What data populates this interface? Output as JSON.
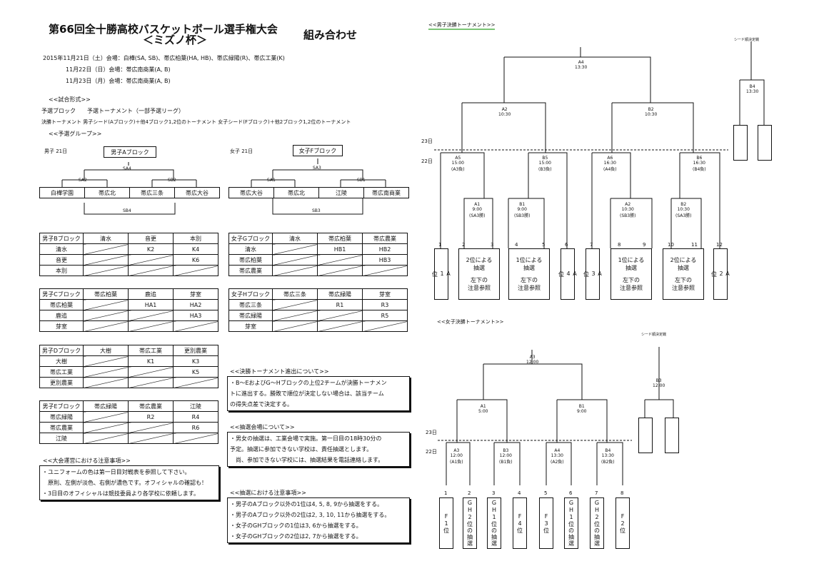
{
  "header": {
    "title_line1": "第66回全十勝高校バスケットボール選手権大会",
    "title_line2": "＜ミズノ杯＞",
    "subtitle": "組み合わせ",
    "dates": [
      "2015年11月21日（土）会場：白樺(SA, SB)、帯広柏葉(HA, HB)、帯広緑陽(R)、帯広工業(K)",
      "11月22日（日）会場：帯広南商業(A, B)",
      "11月23日（月）会場：帯広南商業(A, B)"
    ]
  },
  "format": {
    "heading": "<<試合形式>>",
    "line1": "予選ブロック　　予選トーナメント（一部予選リーグ）",
    "line2": "決勝トーナメント 男子シード(Aブロック)＋他4ブロック1,2位のトーナメント 女子シード(Fブロック)＋他2ブロック1,2位のトーナメント",
    "group_heading": "<<予選グループ>>"
  },
  "male_a": {
    "label": "男子 21日",
    "block": "男子Aブロック",
    "final": "SA4",
    "left": "SA2",
    "right": "SB2",
    "bottom": "SB4",
    "teams": [
      "白樺学園",
      "帯広北",
      "帯広三条",
      "帯広大谷"
    ]
  },
  "female_f": {
    "label": "女子 21日",
    "block": "女子Fブロック",
    "final": "SA3",
    "left": "SA1",
    "right": "SB1",
    "bottom": "SB3",
    "teams": [
      "帯広大谷",
      "帯広北",
      "江陵",
      "帯広南商業"
    ]
  },
  "leagues": [
    {
      "name": "男子Bブロック",
      "cols": [
        "清水",
        "音更",
        "本別"
      ],
      "rows": [
        [
          "清水",
          "",
          "K2",
          "K4"
        ],
        [
          "音更",
          "",
          "",
          "K6"
        ],
        [
          "本別",
          "",
          "",
          ""
        ]
      ]
    },
    {
      "name": "男子Cブロック",
      "cols": [
        "帯広柏葉",
        "鹿追",
        "芽室"
      ],
      "rows": [
        [
          "帯広柏葉",
          "",
          "HA1",
          "HA2"
        ],
        [
          "鹿追",
          "",
          "",
          "HA3"
        ],
        [
          "芽室",
          "",
          "",
          ""
        ]
      ]
    },
    {
      "name": "男子Dブロック",
      "cols": [
        "大樹",
        "帯広工業",
        "更別農業"
      ],
      "rows": [
        [
          "大樹",
          "",
          "K1",
          "K3"
        ],
        [
          "帯広工業",
          "",
          "",
          "K5"
        ],
        [
          "更別農業",
          "",
          "",
          ""
        ]
      ]
    },
    {
      "name": "男子Eブロック",
      "cols": [
        "帯広緑陽",
        "帯広農業",
        "江陵"
      ],
      "rows": [
        [
          "帯広緑陽",
          "",
          "R2",
          "R4"
        ],
        [
          "帯広農業",
          "",
          "",
          "R6"
        ],
        [
          "江陵",
          "",
          "",
          ""
        ]
      ]
    },
    {
      "name": "女子Gブロック",
      "cols": [
        "清水",
        "帯広柏葉",
        "帯広農業"
      ],
      "rows": [
        [
          "清水",
          "",
          "HB1",
          "HB2"
        ],
        [
          "帯広柏葉",
          "",
          "",
          "HB3"
        ],
        [
          "帯広農業",
          "",
          "",
          ""
        ]
      ]
    },
    {
      "name": "女子Hブロック",
      "cols": [
        "帯広三条",
        "帯広緑陽",
        "芽室"
      ],
      "rows": [
        [
          "帯広三条",
          "",
          "R1",
          "R3"
        ],
        [
          "帯広緑陽",
          "",
          "",
          "R5"
        ],
        [
          "芽室",
          "",
          "",
          ""
        ]
      ]
    }
  ],
  "notes": {
    "advance_heading": "<<決勝トーナメント進出について>>",
    "advance": [
      "・B～EおよびG～Hブロックの上位2チームが決勝トーナメン",
      "トに進出する。勝敗で順位が決定しない場合は、該当チーム",
      "の得失点差で決定する。"
    ],
    "draw_venue_heading": "<<抽選会場について>>",
    "draw_venue": [
      "・男女の抽選は、工業会場で実施。第一日目の18時30分の",
      "予定。抽選に参加できない学校は、責任抽選とします。",
      "　尚、参加できない学校には、抽選結果を電話連絡します。"
    ],
    "draw_rules_heading": "<<抽選における注意事項>>",
    "draw_rules": [
      "・男子のAブロック以外の1位は4, 5, 8, 9から抽選をする。",
      "・男子のAブロック以外の2位は2, 3, 10, 11から抽選をする。",
      "・女子のGHブロックの1位は3, 6から抽選をする。",
      "・女子のGHブロックの2位は2, 7から抽選をする。"
    ],
    "operation_heading": "<<大会運営における注意事項>>",
    "operation": [
      "・ユニフォームの色は第一日目対戦表を参照して下さい。",
      "　原則、左側が淡色、右側が濃色です。オフィシャルの確認も！",
      "・3日目のオフィシャルは競技委員より各学校に依頼します。"
    ]
  },
  "male_final": {
    "heading": "<<男子決勝トーナメント>>",
    "seed_label": "シード順決定戦",
    "day23": "23日",
    "day22": "22日",
    "top": {
      "game": "A4",
      "time": "13:30"
    },
    "seed": {
      "game": "B4",
      "time": "13:30"
    },
    "semis": [
      {
        "game": "A2",
        "time": "10:30"
      },
      {
        "game": "B2",
        "time": "10:30"
      }
    ],
    "quarters": [
      {
        "game": "A5",
        "time": "15:00",
        "note": "(A3負)"
      },
      {
        "game": "B5",
        "time": "15:00",
        "note": "(B3負)"
      },
      {
        "game": "A6",
        "time": "16:30",
        "note": "(A4負)"
      },
      {
        "game": "B6",
        "time": "16:30",
        "note": "(B4負)"
      }
    ],
    "firsts": [
      {
        "game": "A1",
        "time": "9:00",
        "note": "(SA3勝)"
      },
      {
        "game": "B1",
        "time": "9:00",
        "note": "(SB3勝)"
      },
      {
        "game": "A2",
        "time": "10:30",
        "note": "(SB3勝)"
      },
      {
        "game": "B2",
        "time": "10:30",
        "note": "(SA3勝)"
      }
    ],
    "slots": [
      "1",
      "2",
      "3",
      "4",
      "5",
      "6",
      "7",
      "8",
      "9",
      "10",
      "11",
      "12"
    ],
    "cands": [
      {
        "lines": [
          "A",
          "1",
          "位"
        ],
        "vertical": true
      },
      {
        "lines": [
          "2位による",
          "抽選",
          "",
          "左下の",
          "注意参照"
        ],
        "vertical": false
      },
      {
        "lines": [
          "1位による",
          "抽選",
          "",
          "左下の",
          "注意参照"
        ],
        "vertical": false
      },
      {
        "lines": [
          "A",
          "4",
          "位"
        ],
        "vertical": true
      },
      {
        "lines": [
          "A",
          "3",
          "位"
        ],
        "vertical": true
      },
      {
        "lines": [
          "1位による",
          "抽選",
          "",
          "左下の",
          "注意参照"
        ],
        "vertical": false
      },
      {
        "lines": [
          "2位による",
          "抽選",
          "",
          "左下の",
          "注意参照"
        ],
        "vertical": false
      },
      {
        "lines": [
          "A",
          "2",
          "位"
        ],
        "vertical": true
      }
    ]
  },
  "female_final": {
    "heading": "<<女子決勝トーナメント>>",
    "seed_label": "シード順決定戦",
    "day23": "23日",
    "day22": "22日",
    "top": {
      "game": "A3",
      "time": "12:00"
    },
    "seed": {
      "game": "B3",
      "time": "12:00"
    },
    "semis": [
      {
        "game": "A1",
        "time": "5:00"
      },
      {
        "game": "B1",
        "time": "9:00"
      }
    ],
    "quarters": [
      {
        "game": "A3",
        "time": "12:00",
        "note": "(A1負)"
      },
      {
        "game": "B3",
        "time": "12:00",
        "note": "(B1負)"
      },
      {
        "game": "A4",
        "time": "13:30",
        "note": "(A2負)"
      },
      {
        "game": "B4",
        "time": "13:30",
        "note": "(B2負)"
      }
    ],
    "slots": [
      "1",
      "2",
      "3",
      "4",
      "5",
      "6",
      "7",
      "8"
    ],
    "cands": [
      "F1位",
      "GH2位の抽選",
      "GH1位の抽選",
      "F4位",
      "F3位",
      "GH1位の抽選",
      "GH2位の抽選",
      "F2位"
    ]
  }
}
